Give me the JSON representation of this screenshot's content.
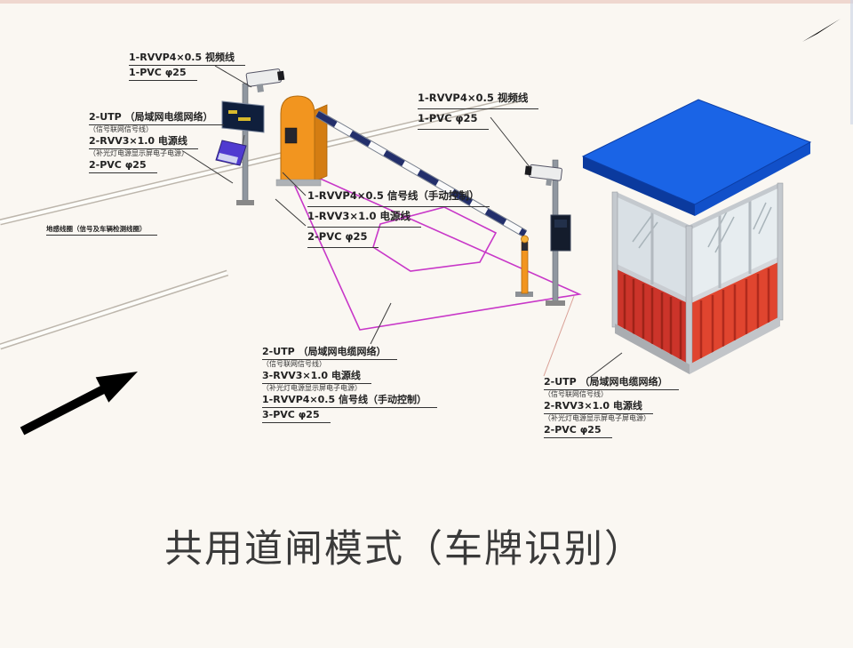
{
  "title": "共用道闸模式（车牌识别）",
  "colors": {
    "roof_blue": "#1a64e6",
    "wall_red": "#cc342a",
    "barrier_orange": "#f2951f",
    "zone_magenta": "#c837c8",
    "arm_stripe_navy": "#232f6b"
  },
  "labels": {
    "cam1_top": [
      {
        "t": "1-RVVP4×0.5 视频线"
      },
      {
        "t": "1-PVC φ25"
      }
    ],
    "pole1_left": [
      {
        "t": "2-UTP （局域网电缆网络）"
      },
      {
        "t": "（信号联网信号线）"
      },
      {
        "t": "2-RVV3×1.0 电源线"
      },
      {
        "t": "（补光灯电源显示屏电子电源）"
      },
      {
        "t": "2-PVC φ25"
      }
    ],
    "ground_coil": [
      {
        "t": "地感线圈（信号及车辆检测线圈）"
      }
    ],
    "barrier_mid": [
      {
        "t": "1-RVVP4×0.5 信号线（手动控制）"
      },
      {
        "t": "1-RVV3×1.0 电源线"
      },
      {
        "t": "2-PVC φ25"
      }
    ],
    "cam2_top": [
      {
        "t": "1-RVVP4×0.5 视频线"
      },
      {
        "t": "1-PVC φ25"
      }
    ],
    "bottom_mid": [
      {
        "t": "2-UTP （局域网电缆网络）"
      },
      {
        "t": "（信号联网信号线）"
      },
      {
        "t": "3-RVV3×1.0 电源线"
      },
      {
        "t": "（补光灯电源显示屏电子电源）"
      },
      {
        "t": "1-RVVP4×0.5 信号线（手动控制）"
      },
      {
        "t": "3-PVC φ25"
      }
    ],
    "booth_right": [
      {
        "t": "2-UTP （局域网电缆网络）"
      },
      {
        "t": "（信号联网信号线）"
      },
      {
        "t": "2-RVV3×1.0 电源线"
      },
      {
        "t": "（补光灯电源显示屏电子屏电源）"
      },
      {
        "t": "2-PVC φ25"
      }
    ]
  }
}
